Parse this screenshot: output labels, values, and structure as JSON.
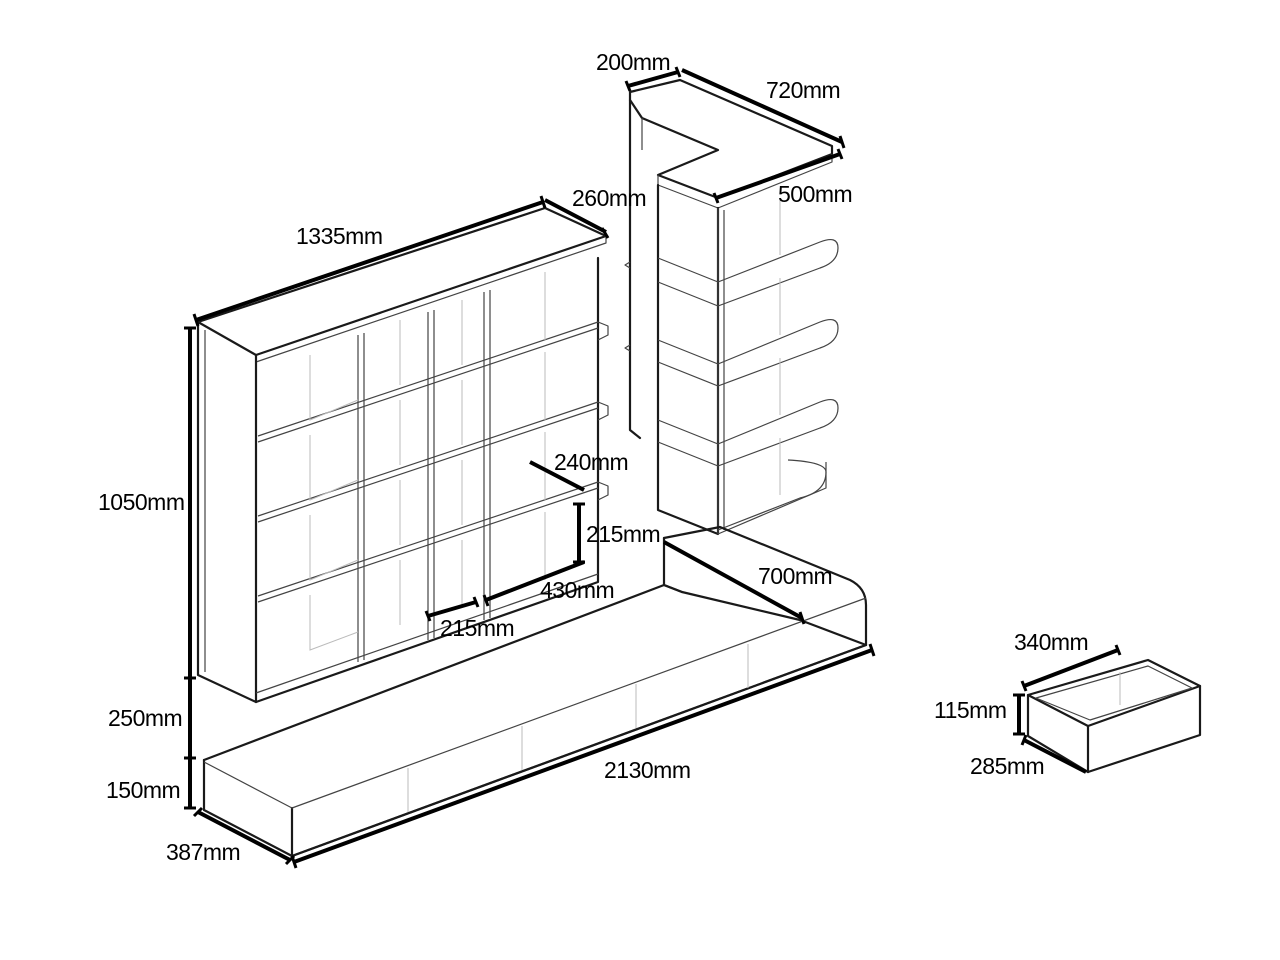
{
  "diagram": {
    "components": [
      {
        "name": "bookshelf"
      },
      {
        "name": "corner-tower"
      },
      {
        "name": "tv-base"
      },
      {
        "name": "drawer"
      }
    ],
    "dimensions": {
      "bookshelf_width": "1335mm",
      "bookshelf_depth": "260mm",
      "bookshelf_height": "1050mm",
      "gap_height": "250mm",
      "base_height": "150mm",
      "base_depth": "387mm",
      "base_length": "2130mm",
      "cell_depth": "240mm",
      "cell_height": "215mm",
      "cell_width_430": "430mm",
      "cell_width_215": "215mm",
      "tower_top_depth": "200mm",
      "tower_top_width": "720mm",
      "tower_width": "500mm",
      "base_return": "700mm",
      "drawer_width": "340mm",
      "drawer_height": "115mm",
      "drawer_depth": "285mm"
    }
  }
}
